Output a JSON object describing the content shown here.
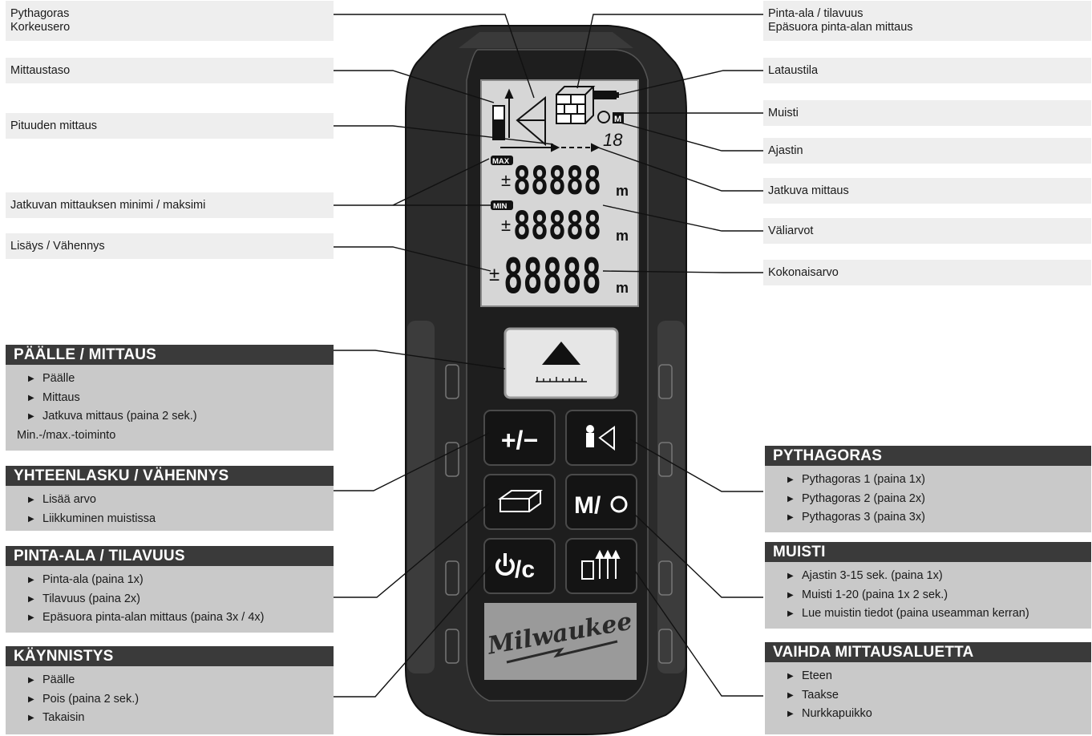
{
  "labels_left": [
    "Pythagoras\nKorkeusero",
    "Mittaustaso",
    "Pituuden mittaus",
    "Jatkuvan mittauksen minimi / maksimi",
    "Lisäys / Vähennys"
  ],
  "labels_right": [
    "Pinta-ala / tilavuus\nEpäsuora pinta-alan mittaus",
    "Lataustila",
    "Muisti",
    "Ajastin",
    "Jatkuva mittaus",
    "Väliarvot",
    "Kokonaisarvo"
  ],
  "panels_left": [
    {
      "title": "PÄÄLLE / MITTAUS",
      "items": [
        "Päälle",
        "Mittaus",
        "Jatkuva mittaus (paina 2 sek.)"
      ],
      "sub": "Min.-/max.-toiminto"
    },
    {
      "title": "YHTEENLASKU / VÄHENNYS",
      "items": [
        "Lisää arvo",
        "Liikkuminen muistissa"
      ]
    },
    {
      "title": "PINTA-ALA / TILAVUUS",
      "items": [
        "Pinta-ala (paina 1x)",
        "Tilavuus (paina 2x)",
        "Epäsuora pinta-alan mittaus (paina 3x / 4x)"
      ]
    },
    {
      "title": "KÄYNNISTYS",
      "items": [
        "Päälle",
        "Pois (paina 2 sek.)",
        "Takaisin"
      ]
    }
  ],
  "panels_right": [
    {
      "title": "PYTHAGORAS",
      "items": [
        "Pythagoras 1 (paina 1x)",
        "Pythagoras 2 (paina 2x)",
        "Pythagoras 3 (paina 3x)"
      ]
    },
    {
      "title": "MUISTI",
      "items": [
        "Ajastin 3-15 sek. (paina 1x)",
        "Muisti 1-20 (paina 1x 2 sek.)",
        "Lue muistin tiedot (paina useamman kerran)"
      ]
    },
    {
      "title": "VAIHDA MITTAUSALUETTA",
      "items": [
        "Eteen",
        "Taakse",
        "Nurkkapuikko"
      ]
    }
  ],
  "display": {
    "max_badge": "MAX",
    "min_badge": "MIN",
    "digits": "88888",
    "unit": "m",
    "memory_number": "18",
    "memory_badge": "M"
  },
  "buttons": {
    "plus_minus": "+/−",
    "memory_timer": "M/",
    "power_clear": "/c"
  },
  "brand": "Milwaukee"
}
